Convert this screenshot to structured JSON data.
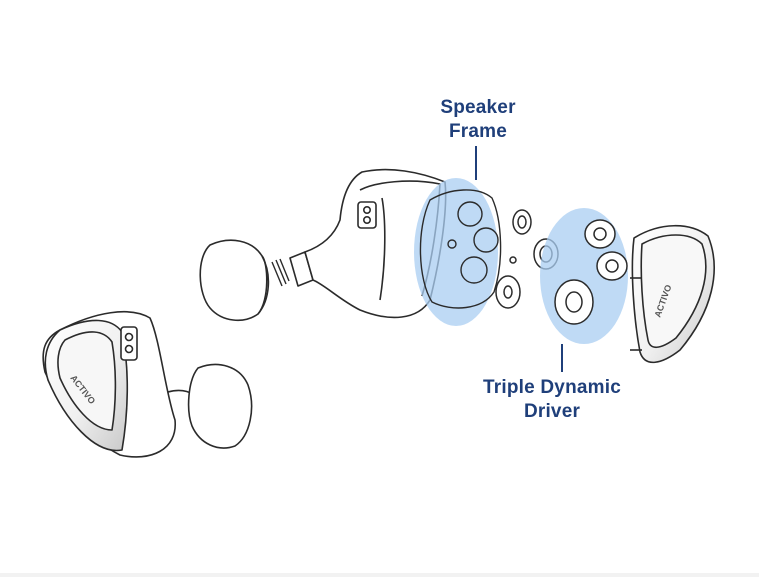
{
  "callouts": {
    "speaker_frame": [
      "Speaker",
      "Frame"
    ],
    "triple_dynamic_driver": [
      "Triple Dynamic",
      "Driver"
    ]
  },
  "branding": {
    "shell_logo_text": "ACTIVO"
  },
  "colors": {
    "highlight_fill": "#a9cdf2",
    "label_text": "#1f3f7a",
    "line_art": "#2b2b2b"
  },
  "icons": {
    "earphone": "earphone-shell-icon",
    "eartip": "eartip-icon",
    "driver": "dynamic-driver-icon"
  }
}
